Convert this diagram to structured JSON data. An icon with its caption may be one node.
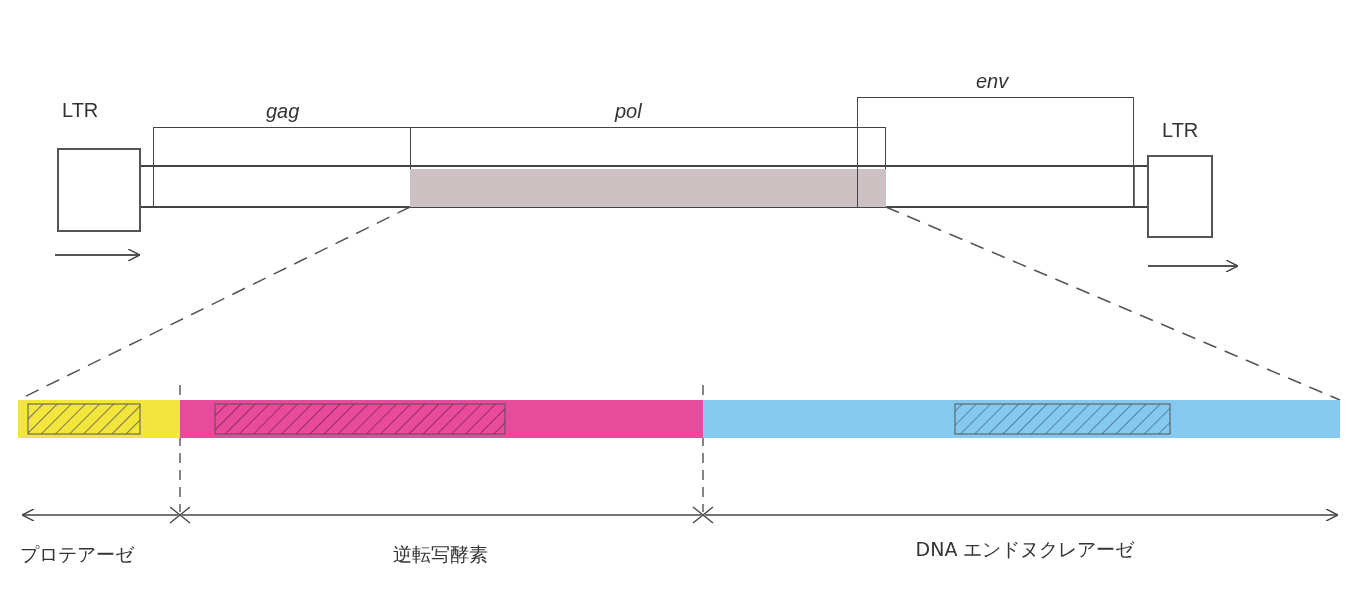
{
  "diagram": {
    "nodes": [
      {
        "text": [
          "LTR"
        ]
      },
      {
        "text": [
          "gag"
        ]
      },
      {
        "text": [
          "pol"
        ]
      },
      {
        "text": [
          "env"
        ]
      },
      {
        "text": [
          "LTR"
        ]
      },
      {
        "text": [],
        "shape": "bar",
        "in": 2
      },
      {
        "text": [],
        "shape": "bar"
      }
    ],
    "edges": [
      {
        "from": 5,
        "to": 6,
        "arrow": "none",
        "style": "dashed"
      },
      {
        "from": 5,
        "to": 6,
        "arrow": "none",
        "style": "dashed"
      }
    ],
    "labels": [
      "プロテアーゼ",
      "逆転写酵素",
      "DNA エンドヌクレアーゼ"
    ]
  }
}
